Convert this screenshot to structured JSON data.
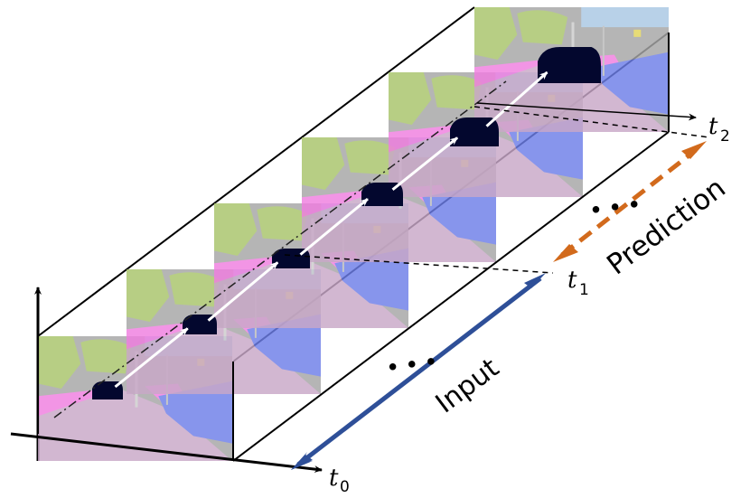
{
  "labels": {
    "input": "Input",
    "prediction": "Prediction",
    "t0": "t",
    "t0_sub": "0",
    "t1": "t",
    "t1_sub": "1",
    "t2": "t",
    "t2_sub": "2",
    "ellipsis": "•••"
  },
  "colors": {
    "input_arrow": "#2e4f98",
    "prediction_arrow": "#d26a1c",
    "vehicle": "#03072e",
    "sky": "#a9c7e4",
    "building": "#a6a6a6",
    "vegetation": "#a8c46a",
    "sidewalk": "#f07ee0",
    "road": "#c9a8c8",
    "car_cluster": "#6d7ee8",
    "pole": "#cccccc",
    "sign": "#e2d55a"
  },
  "frames": {
    "count": 6
  }
}
